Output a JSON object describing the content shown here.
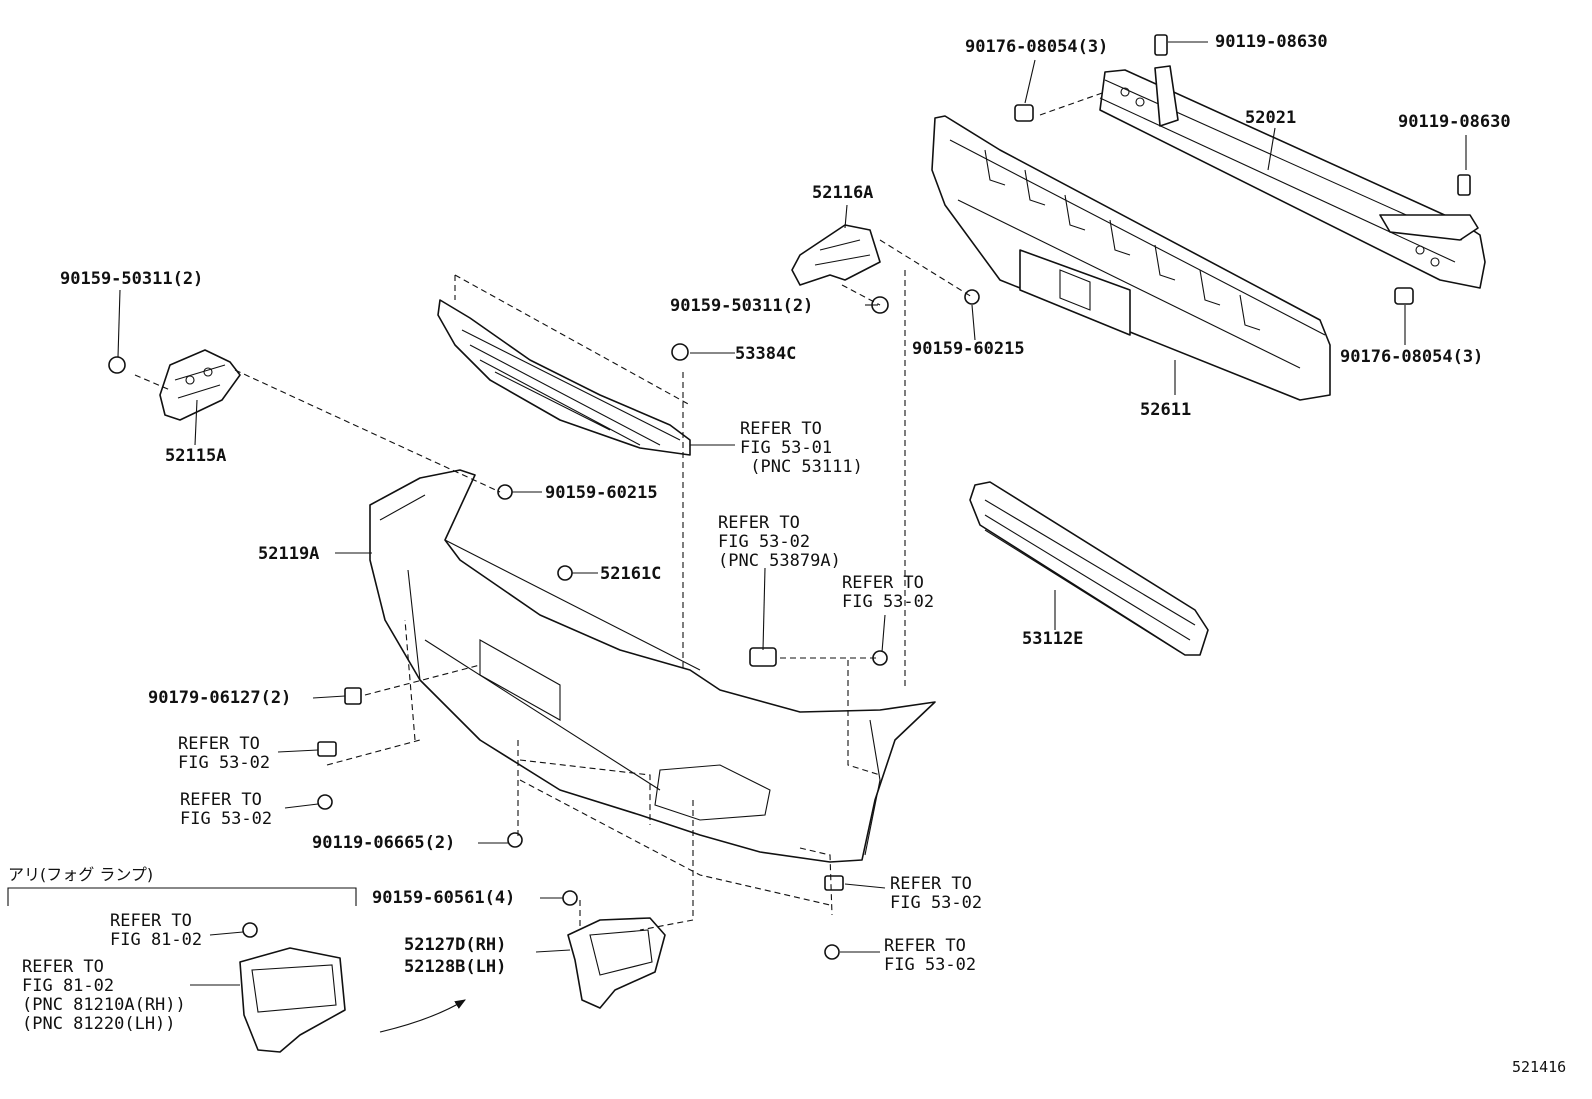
{
  "labels": {
    "p90176_top": "90176-08054(3)",
    "p90119_top": "90119-08630",
    "p52021": "52021",
    "p90119_right": "90119-08630",
    "p90176_right": "90176-08054(3)",
    "p52611": "52611",
    "p52116A": "52116A",
    "p90159_50311_mid": "90159-50311(2)",
    "p90159_60215_right": "90159-60215",
    "p53384C": "53384C",
    "p90159_50311_left": "90159-50311(2)",
    "p52115A": "52115A",
    "refer_53_01": "REFER TO\nFIG 53-01\n (PNC 53111)",
    "p90159_60215_left": "90159-60215",
    "p52119A": "52119A",
    "refer_53_02_pnc": "REFER TO\nFIG 53-02\n(PNC 53879A)",
    "refer_53_02_a": "REFER TO\nFIG 53-02",
    "p52161C": "52161C",
    "p53112E": "53112E",
    "p90179": "90179-06127(2)",
    "refer_53_02_b": "REFER TO\nFIG 53-02",
    "refer_53_02_c": "REFER TO\nFIG 53-02",
    "p90119_06665": "90119-06665(2)",
    "fog_section": "アリ(フォグ ランプ)",
    "refer_81_02_a": "REFER TO\nFIG 81-02",
    "refer_81_02_pnc": "REFER TO\nFIG 81-02\n(PNC 81210A(RH))\n(PNC 81220(LH))",
    "p90159_60561": "90159-60561(4)",
    "p52127D": "52127D(RH)",
    "p52128B": "52128B(LH)",
    "refer_53_02_d": "REFER TO\nFIG 53-02",
    "refer_53_02_e": "REFER TO\nFIG 53-02",
    "fig_number": "521416"
  }
}
